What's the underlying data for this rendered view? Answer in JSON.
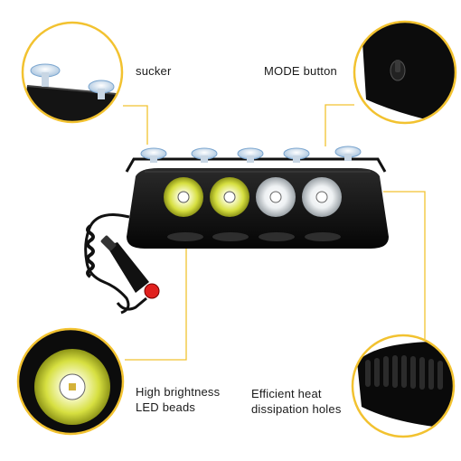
{
  "callouts": {
    "sucker": {
      "label": "sucker"
    },
    "mode_button": {
      "label": "MODE button"
    },
    "led_beads": {
      "line1": "High brightness",
      "line2": "LED beads"
    },
    "heat_holes": {
      "line1": "Efficient heat",
      "line2": "dissipation holes"
    }
  },
  "colors": {
    "accent": "#f2c230",
    "body": "#111111",
    "led_yellow": "#d8e24a",
    "led_white": "#e8ecef",
    "plug_button": "#e0201e"
  }
}
